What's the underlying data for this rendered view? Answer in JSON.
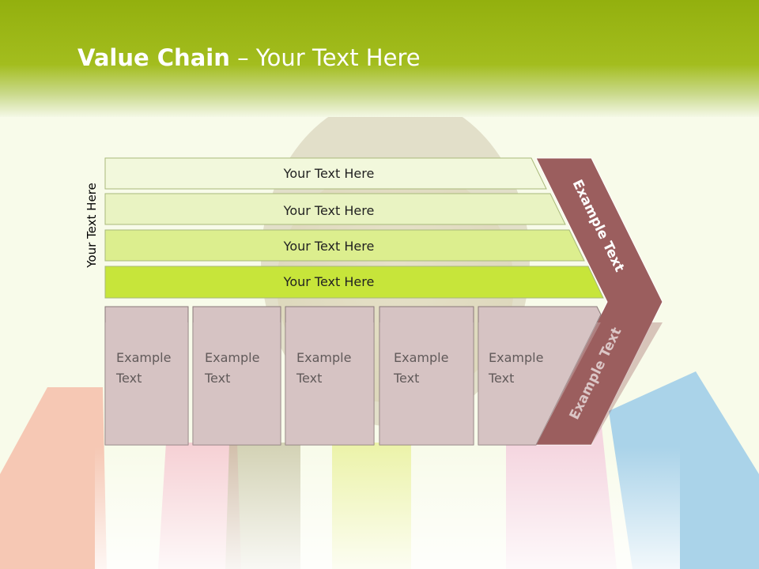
{
  "slide": {
    "title_bold": "Value Chain",
    "title_rest": " – Your Text Here",
    "side_label": "Your Text Here"
  },
  "bars": [
    {
      "label": "Your Text Here",
      "color": "#f2f8dc"
    },
    {
      "label": "Your Text Here",
      "color": "#e9f3c2"
    },
    {
      "label": "Your Text Here",
      "color": "#dcee8e"
    },
    {
      "label": "Your Text Here",
      "color": "#c7e53a"
    }
  ],
  "boxes": [
    {
      "line1": "Example",
      "line2": "Text"
    },
    {
      "line1": "Example",
      "line2": "Text"
    },
    {
      "line1": "Example",
      "line2": "Text"
    },
    {
      "line1": "Example",
      "line2": "Text"
    },
    {
      "line1": "Example",
      "line2": "Text"
    }
  ],
  "chevron": {
    "upper_label": "Example Text",
    "lower_label": "Example Text",
    "color": "#9b5e5e"
  },
  "colors": {
    "box_fill": "#d6c3c3",
    "header_green": "#9ab415"
  }
}
